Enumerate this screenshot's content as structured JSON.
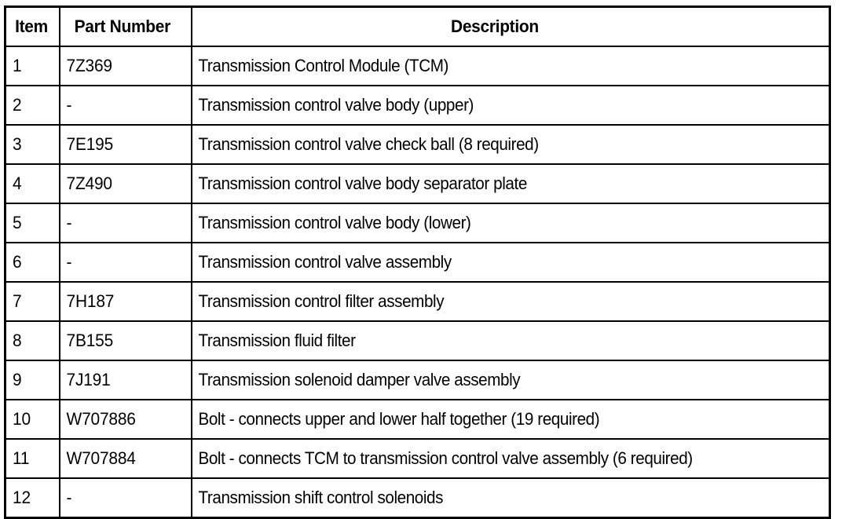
{
  "table": {
    "columns": [
      {
        "key": "item",
        "label": "Item"
      },
      {
        "key": "part_number",
        "label": "Part Number"
      },
      {
        "key": "description",
        "label": "Description"
      }
    ],
    "rows": [
      {
        "item": "1",
        "part_number": "7Z369",
        "description": "Transmission Control Module (TCM)"
      },
      {
        "item": "2",
        "part_number": "-",
        "description": "Transmission control valve body (upper)"
      },
      {
        "item": "3",
        "part_number": "7E195",
        "description": "Transmission control valve check ball (8 required)"
      },
      {
        "item": "4",
        "part_number": "7Z490",
        "description": "Transmission control valve body separator plate"
      },
      {
        "item": "5",
        "part_number": "-",
        "description": "Transmission control valve body (lower)"
      },
      {
        "item": "6",
        "part_number": "-",
        "description": "Transmission control valve assembly"
      },
      {
        "item": "7",
        "part_number": "7H187",
        "description": "Transmission control filter assembly"
      },
      {
        "item": "8",
        "part_number": "7B155",
        "description": "Transmission fluid filter"
      },
      {
        "item": "9",
        "part_number": "7J191",
        "description": "Transmission solenoid damper valve assembly"
      },
      {
        "item": "10",
        "part_number": "W707886",
        "description": "Bolt - connects upper and lower half together (19 required)"
      },
      {
        "item": "11",
        "part_number": "W707884",
        "description": "Bolt - connects TCM to transmission control valve assembly (6 required)"
      },
      {
        "item": "12",
        "part_number": "-",
        "description": "Transmission shift control solenoids"
      }
    ]
  },
  "colors": {
    "border": "#000000",
    "text": "#000000",
    "background": "#ffffff"
  }
}
